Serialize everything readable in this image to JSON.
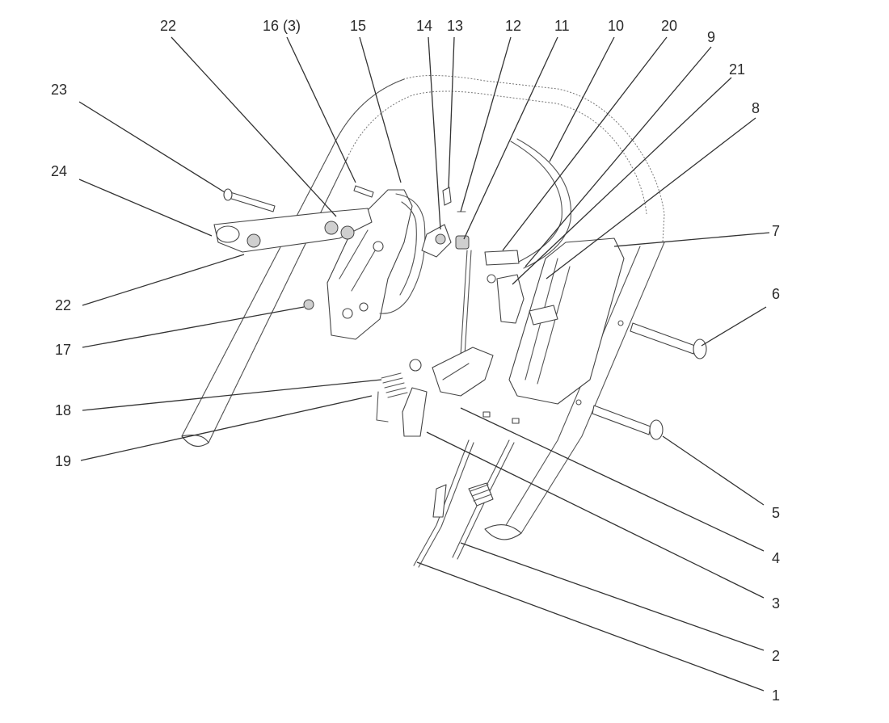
{
  "diagram": {
    "callouts": [
      {
        "id": "c22a",
        "label": "22"
      },
      {
        "id": "c16",
        "label": "16 (3)"
      },
      {
        "id": "c15",
        "label": "15"
      },
      {
        "id": "c14",
        "label": "14"
      },
      {
        "id": "c13",
        "label": "13"
      },
      {
        "id": "c12",
        "label": "12"
      },
      {
        "id": "c11",
        "label": "11"
      },
      {
        "id": "c10",
        "label": "10"
      },
      {
        "id": "c20",
        "label": "20"
      },
      {
        "id": "c9",
        "label": "9"
      },
      {
        "id": "c21",
        "label": "21"
      },
      {
        "id": "c8",
        "label": "8"
      },
      {
        "id": "c23",
        "label": "23"
      },
      {
        "id": "c24",
        "label": "24"
      },
      {
        "id": "c7",
        "label": "7"
      },
      {
        "id": "c6",
        "label": "6"
      },
      {
        "id": "c22b",
        "label": "22"
      },
      {
        "id": "c17",
        "label": "17"
      },
      {
        "id": "c18",
        "label": "18"
      },
      {
        "id": "c19",
        "label": "19"
      },
      {
        "id": "c5",
        "label": "5"
      },
      {
        "id": "c4",
        "label": "4"
      },
      {
        "id": "c3",
        "label": "3"
      },
      {
        "id": "c2",
        "label": "2"
      },
      {
        "id": "c1",
        "label": "1"
      }
    ]
  }
}
